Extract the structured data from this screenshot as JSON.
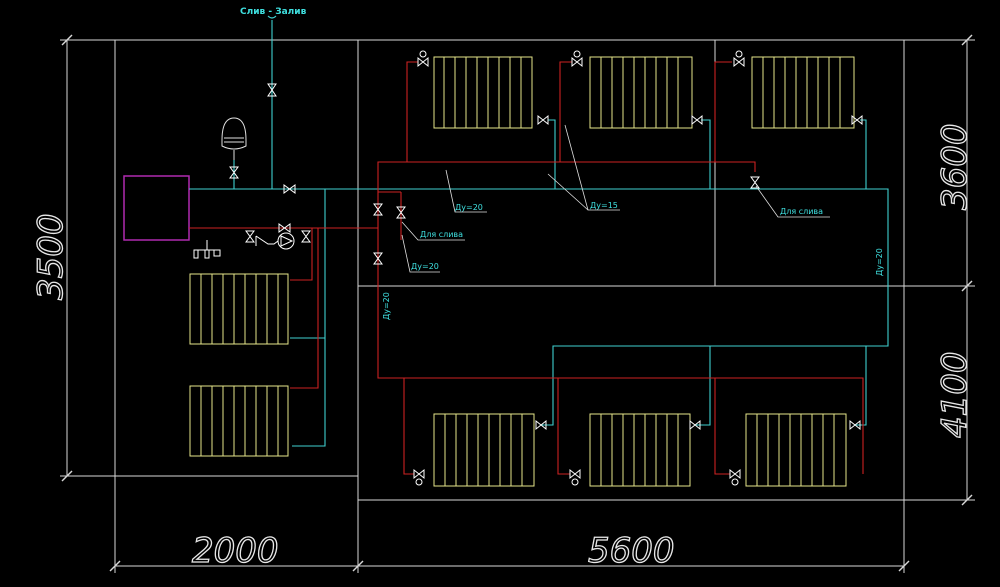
{
  "labels": {
    "top_pipe": "Слив - Залив",
    "du20_a": "Ду=20",
    "du15": "Ду=15",
    "drain_1": "Для слива",
    "du20_b": "Ду=20",
    "du20_vert_left": "Ду=20",
    "du20_vert_right": "Ду=20",
    "drain_2": "Для слива"
  },
  "dimensions": {
    "left_height": "3500",
    "bottom_left": "2000",
    "bottom_right": "5600",
    "right_upper": "3600",
    "right_lower": "4100"
  },
  "colors": {
    "background": "#000000",
    "walls": "#e8e8e8",
    "supply": "#cc2222",
    "return": "#3fd0d0",
    "radiator": "#e6e68a",
    "boiler": "#b02ab0",
    "valve": "#ffffff",
    "text": "#3fe0e0"
  }
}
